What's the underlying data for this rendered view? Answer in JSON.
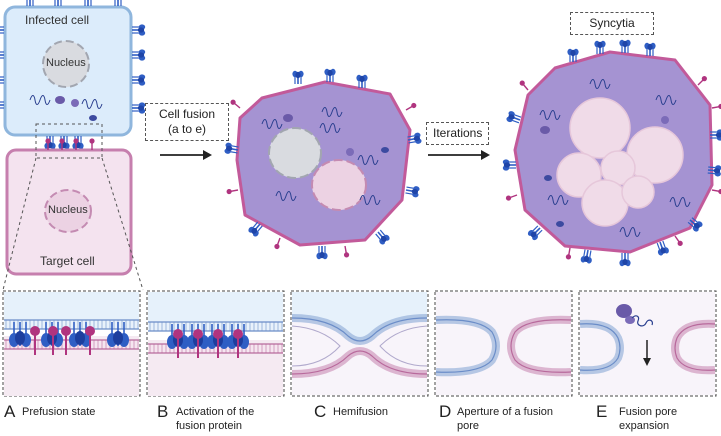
{
  "top": {
    "infected_cell_label": "Infected cell",
    "nucleus_label_1": "Nucleus",
    "nucleus_label_2": "Nucleus",
    "target_cell_label": "Target cell",
    "cell_fusion_label_line1": "Cell fusion",
    "cell_fusion_label_line2": "(a to e)",
    "iterations_label": "Iterations",
    "syncytia_label": "Syncytia"
  },
  "panels": [
    {
      "letter": "A",
      "caption_line1": "Prefusion state",
      "caption_line2": ""
    },
    {
      "letter": "B",
      "caption_line1": "Activation of the",
      "caption_line2": "fusion protein"
    },
    {
      "letter": "C",
      "caption_line1": "Hemifusion",
      "caption_line2": ""
    },
    {
      "letter": "D",
      "caption_line1": "Aperture of a fusion",
      "caption_line2": "pore"
    },
    {
      "letter": "E",
      "caption_line1": "Fusion pore",
      "caption_line2": "expansion"
    }
  ],
  "colors": {
    "infected_fill": "#dcecfb",
    "infected_border": "#8fb6dd",
    "target_fill": "#f4e3ef",
    "target_border": "#c67fae",
    "syncytium_fill": "#a593d2",
    "syncytium_border": "#c25a9a",
    "spike_blue": "#2f5ec4",
    "receptor_magenta": "#b0347f",
    "nucleus_grey": "#d9dbe0",
    "nucleus_pink": "#ecd2e3"
  }
}
